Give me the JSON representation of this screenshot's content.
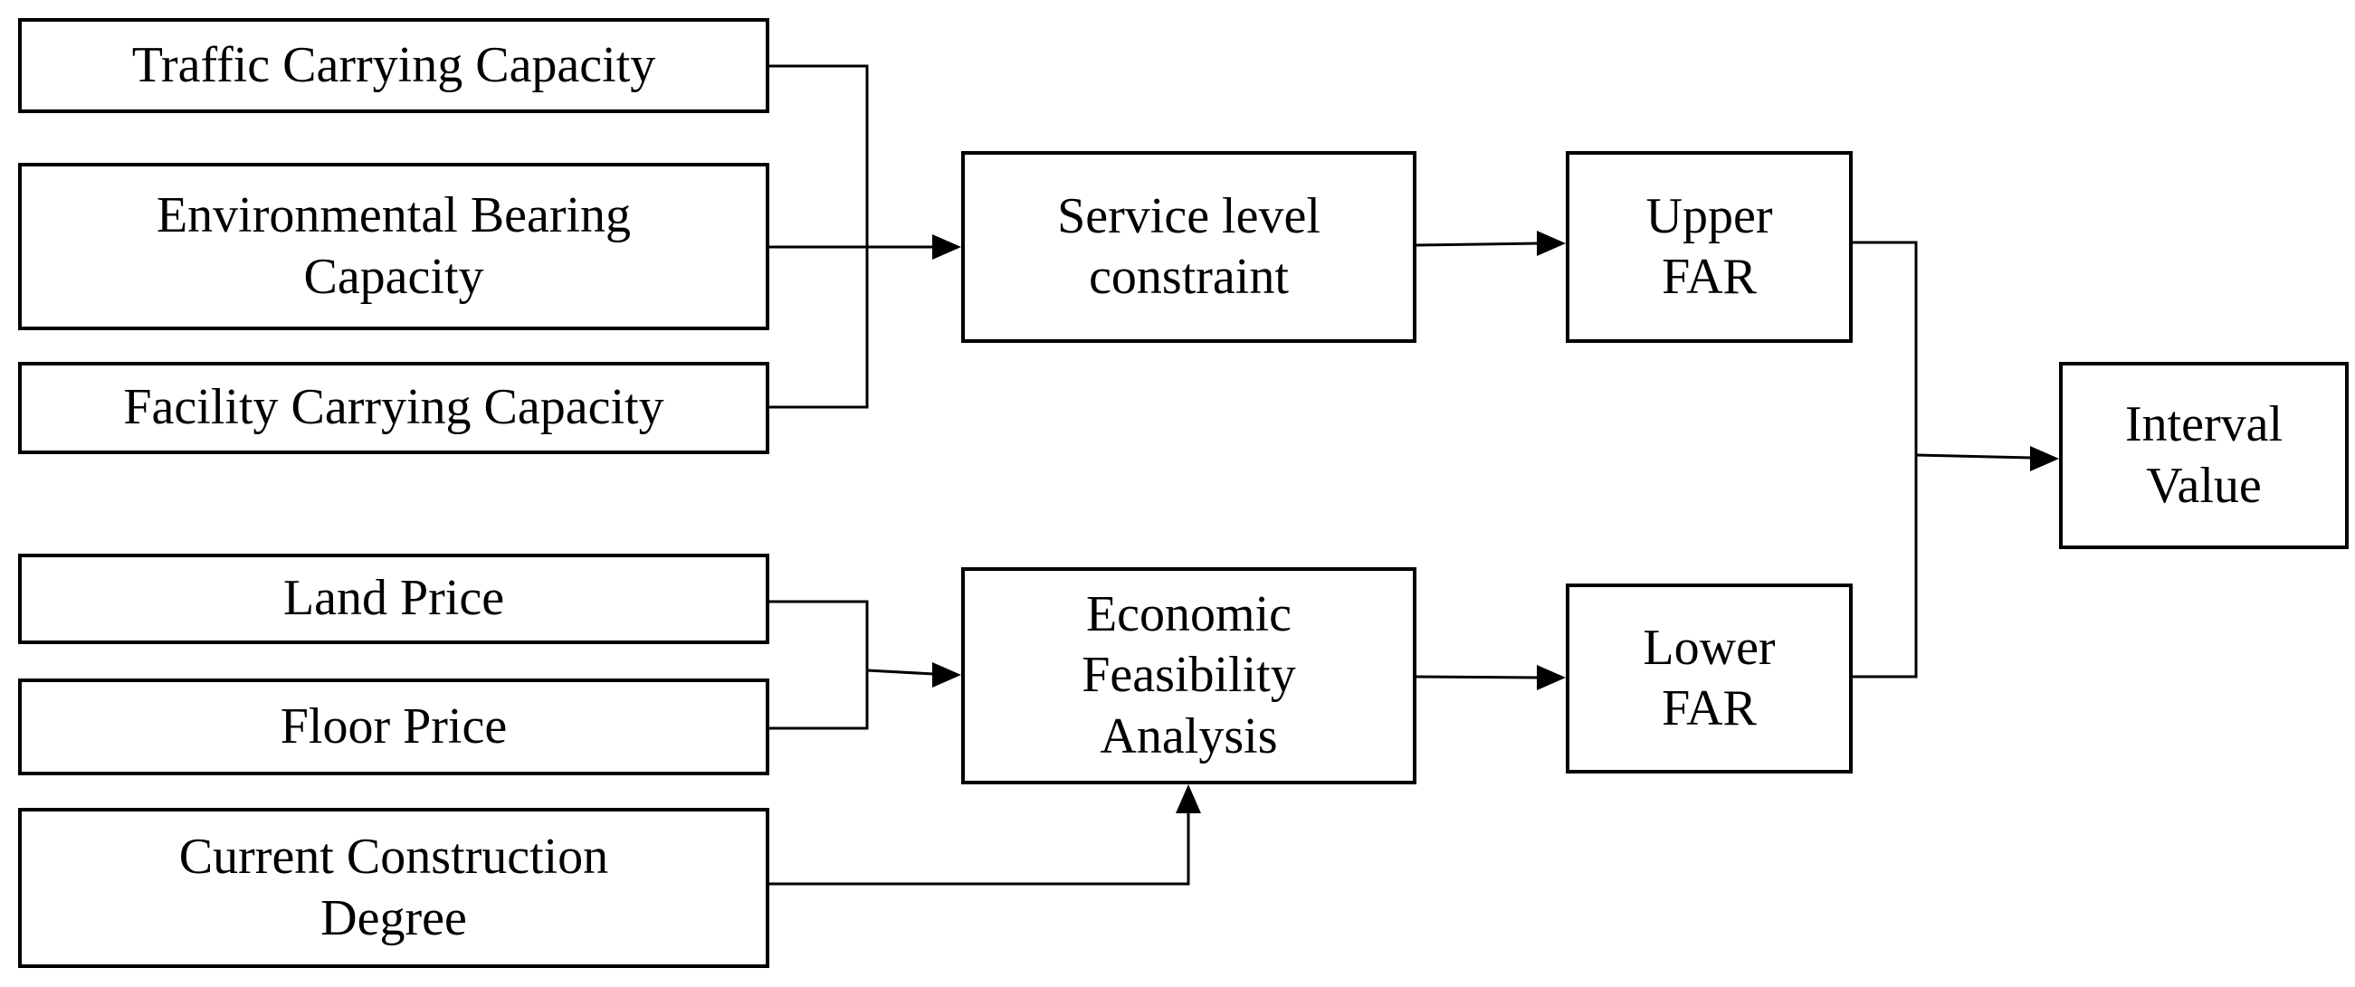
{
  "nodes": {
    "traffic": "Traffic Carrying Capacity",
    "environmental": "Environmental Bearing\nCapacity",
    "facility": "Facility Carrying Capacity",
    "land_price": "Land Price",
    "floor_price": "Floor Price",
    "current_construction": "Current Construction\nDegree",
    "service_level": "Service level\nconstraint",
    "economic": "Economic\nFeasibility\nAnalysis",
    "upper_far": "Upper\nFAR",
    "lower_far": "Lower\nFAR",
    "interval_value": "Interval\nValue"
  },
  "edges": [
    {
      "from": "traffic",
      "to": "service_level"
    },
    {
      "from": "environmental",
      "to": "service_level"
    },
    {
      "from": "facility",
      "to": "service_level"
    },
    {
      "from": "land_price",
      "to": "economic"
    },
    {
      "from": "floor_price",
      "to": "economic"
    },
    {
      "from": "current_construction",
      "to": "economic"
    },
    {
      "from": "service_level",
      "to": "upper_far"
    },
    {
      "from": "economic",
      "to": "lower_far"
    },
    {
      "from": "upper_far",
      "to": "interval_value"
    },
    {
      "from": "lower_far",
      "to": "interval_value"
    }
  ]
}
